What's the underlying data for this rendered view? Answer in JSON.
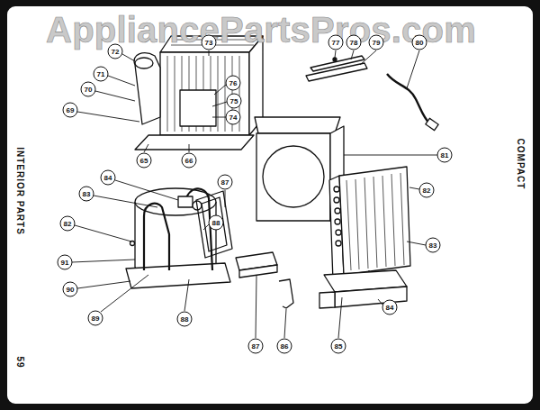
{
  "diagram": {
    "labels": [
      "AppliancePartsPros.com",
      "INTERIOR PARTS",
      "COMPACT",
      "72",
      "73",
      "77",
      "78",
      "79",
      "80",
      "71",
      "76",
      "70",
      "75",
      "74",
      "69",
      "81",
      "65",
      "66",
      "84",
      "87",
      "82",
      "83",
      "88",
      "82",
      "83",
      "91",
      "90",
      "84",
      "89",
      "88",
      "85",
      "87",
      "86",
      "59"
    ]
  }
}
